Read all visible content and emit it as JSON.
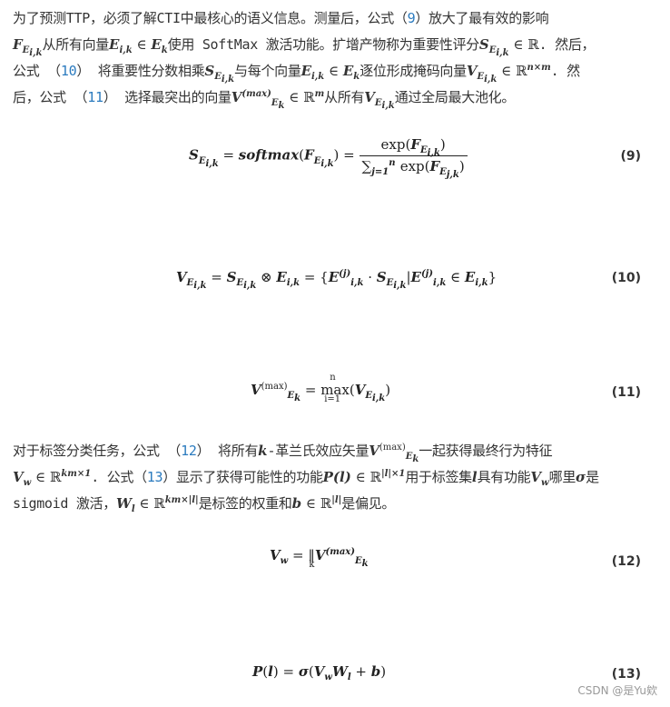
{
  "paragraph1": {
    "lines": [
      [
        "为了预测TTP，必须了解CTI中最核心的语义信息。测量后，公式（",
        "9",
        "）放大了最有效的影响"
      ],
      [
        "F",
        "E",
        "i,k",
        "从所有向量",
        "E",
        "i,k",
        " ∈ ",
        "E",
        "k",
        "使用 SoftMax 激活功能。扩增产物称为重要性评分",
        "S",
        "E",
        "i,k",
        " ∈ ℝ",
        ". 然后，"
      ],
      [
        "公式 （",
        "10",
        "） 将重要性分数相乘",
        "S",
        "E",
        "i,k",
        "与每个向量",
        "E",
        "i,k",
        " ∈ ",
        "E",
        "k",
        "逐位形成掩码向量",
        "V",
        "E",
        "i,k",
        " ∈ ℝ",
        "n×m",
        ". 然"
      ],
      [
        "后，公式 （",
        "11",
        "） 选择最突出的向量",
        "V",
        "(max)",
        "E",
        "k",
        " ∈ ℝ",
        "m",
        "从所有",
        "V",
        "E",
        "i,k",
        "通过全局最大池化。"
      ]
    ]
  },
  "equations": [
    {
      "number": "(9)",
      "latex": "S_{E_{i,k}} = softmax(F_{E_{i,k}}) = exp(F_{E_{i,k}}) / sum_{j=1}^{n} exp(F_{E_{j,k}})",
      "lhs": "S",
      "lhs_sub": "E",
      "lhs_subsub": "i,k",
      "eq": " = ",
      "fn": "softmax",
      "open": "(",
      "arg": "F",
      "close": ")",
      "num_text": "exp",
      "den_sum": "∑",
      "den_sum_sub": "j=1",
      "den_sum_sup": "n",
      "den_sub": "j,k"
    },
    {
      "number": "(10)",
      "text_parts": [
        "V",
        "E",
        "i,k",
        " = ",
        "S",
        "E",
        "i,k",
        " ⊗ ",
        "E",
        "i,k",
        " = {",
        "E",
        "(j)",
        "i,k",
        " · ",
        "S",
        "E",
        "i,k",
        "|",
        "E",
        "(j)",
        "i,k",
        " ∈ ",
        "E",
        "i,k",
        "}"
      ]
    },
    {
      "number": "(11)",
      "text_parts": [
        "V",
        "(max)",
        "E",
        "k",
        " = ",
        "max",
        "n",
        "i=1",
        "(",
        "V",
        "E",
        "i,k",
        ")"
      ]
    },
    {
      "number": "(12)",
      "text_parts": [
        "V",
        "w",
        " = ",
        "‖",
        "k",
        "V",
        "(max)",
        "E",
        "k"
      ]
    },
    {
      "number": "(13)",
      "text_parts": [
        "P",
        "(",
        "l",
        ") = ",
        "σ",
        "(",
        "V",
        "w",
        "W",
        "l",
        " + ",
        "b",
        ")"
      ]
    }
  ],
  "paragraph2": {
    "lines": [
      [
        "对于标签分类任务，公式 （",
        "12",
        "） 将所有",
        "k",
        "-革兰氏效应矢量",
        "V",
        "(max)",
        "E",
        "k",
        "一起获得最终行为特征"
      ],
      [
        "V",
        "w",
        " ∈ ℝ",
        "km×1",
        ". 公式（",
        "13",
        "）显示了获得可能性的功能",
        "P(l)",
        " ∈ ℝ",
        "|l|×1",
        "用于标签集",
        "l",
        "具有功能",
        "V",
        "w",
        "哪里",
        "σ",
        "是"
      ],
      [
        "sigmoid 激活，",
        "W",
        "l",
        " ∈ ℝ",
        "km×|l|",
        "是标签的权重和",
        "b",
        " ∈ ℝ",
        "|l|",
        "是偏见。"
      ]
    ]
  },
  "watermark": "CSDN @是Yu欸",
  "colors": {
    "text": "#333333",
    "reference": "#2b7bbf",
    "watermark": "#999999"
  }
}
